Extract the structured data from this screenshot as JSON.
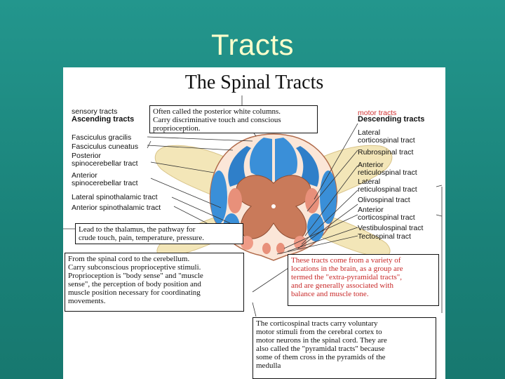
{
  "slide": {
    "title": "Tracts"
  },
  "figure": {
    "heading": "The Spinal Tracts",
    "ascending": {
      "category": "sensory tracts",
      "heading": "Ascending tracts",
      "labels": [
        "Fasciculus gracilis",
        "Fasciculus cuneatus",
        "Posterior",
        "spinocerebellar tract",
        "Anterior",
        "spinocerebellar tract",
        "Lateral spinothalamic tract",
        "Anterior spinothalamic tract"
      ]
    },
    "descending": {
      "category": "motor tracts",
      "heading": "Descending tracts",
      "labels": [
        "Lateral",
        "corticospinal tract",
        "Rubrospinal tract",
        "Anterior",
        "reticulospinal tract",
        "Lateral",
        "reticulospinal tract",
        "Olivospinal tract",
        "Anterior",
        "corticospinal tract",
        "Vestibulospinal tract",
        "Tectospinal tract"
      ]
    },
    "notes": {
      "posterior_columns": "Often called the posterior white columns.\nCarry discriminative touch and conscious\nproprioception.",
      "thalamus": "Lead to the thalamus, the pathway for\ncrude touch, pain, temperature, pressure.",
      "cerebellum": "From the spinal cord to the cerebellum.\nCarry subconscious proprioceptive stimuli.\nProprioception is \"body sense\" and \"muscle\nsense\", the perception of body position and\nmuscle position necessary for coordinating\nmovements.",
      "extrapyramidal": "These tracts come from a variety of\nlocations in the brain, as a group are\ntermed the \"extra-pyramidal tracts\",\nand are generally associated with\nbalance and muscle tone.",
      "corticospinal": "The corticospinal tracts carry voluntary\nmotor stimuli from the cerebral cortex to\nmotor neurons in the spinal cord. They are\nalso called the \"pyramidal tracts\" because\nsome of them cross in the pyramids of the\nmedulla"
    },
    "colors": {
      "ascending": "#3a8fd8",
      "descending": "#f0a58a",
      "gray_matter": "#c97a5a",
      "nerve": "#f3e6b8",
      "slide_bg": "#1e8a82",
      "title": "#ffffcc"
    }
  }
}
